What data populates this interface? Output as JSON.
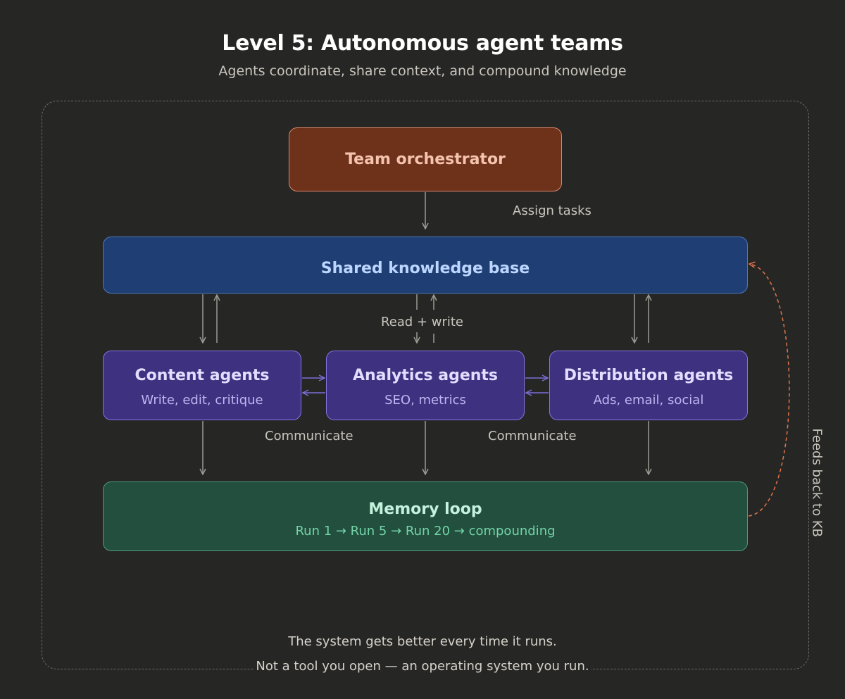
{
  "header": {
    "title": "Level 5: Autonomous agent teams",
    "subtitle": "Agents coordinate, share context, and compound knowledge"
  },
  "nodes": {
    "orchestrator": {
      "label": "Team orchestrator"
    },
    "knowledge_base": {
      "label": "Shared knowledge base"
    },
    "content_agents": {
      "label": "Content agents",
      "sub": "Write, edit, critique"
    },
    "analytics_agents": {
      "label": "Analytics agents",
      "sub": "SEO, metrics"
    },
    "distribution_agents": {
      "label": "Distribution agents",
      "sub": "Ads, email, social"
    },
    "memory_loop": {
      "label": "Memory loop",
      "sub": "Run 1 → Run 5 → Run 20 → compounding"
    }
  },
  "edges": {
    "assign_tasks": "Assign tasks",
    "read_write": "Read + write",
    "communicate_left": "Communicate",
    "communicate_right": "Communicate",
    "feeds_back": "Feeds back to KB"
  },
  "footer": {
    "line1": "The system gets better every time it runs.",
    "line2": "Not a tool you open — an operating system you run."
  },
  "colors": {
    "background": "#262625",
    "orchestrator": "#6e321b",
    "knowledge_base": "#1f3f74",
    "agents": "#3d3180",
    "memory": "#224f3e",
    "feedback_arrow": "#e0754a"
  }
}
